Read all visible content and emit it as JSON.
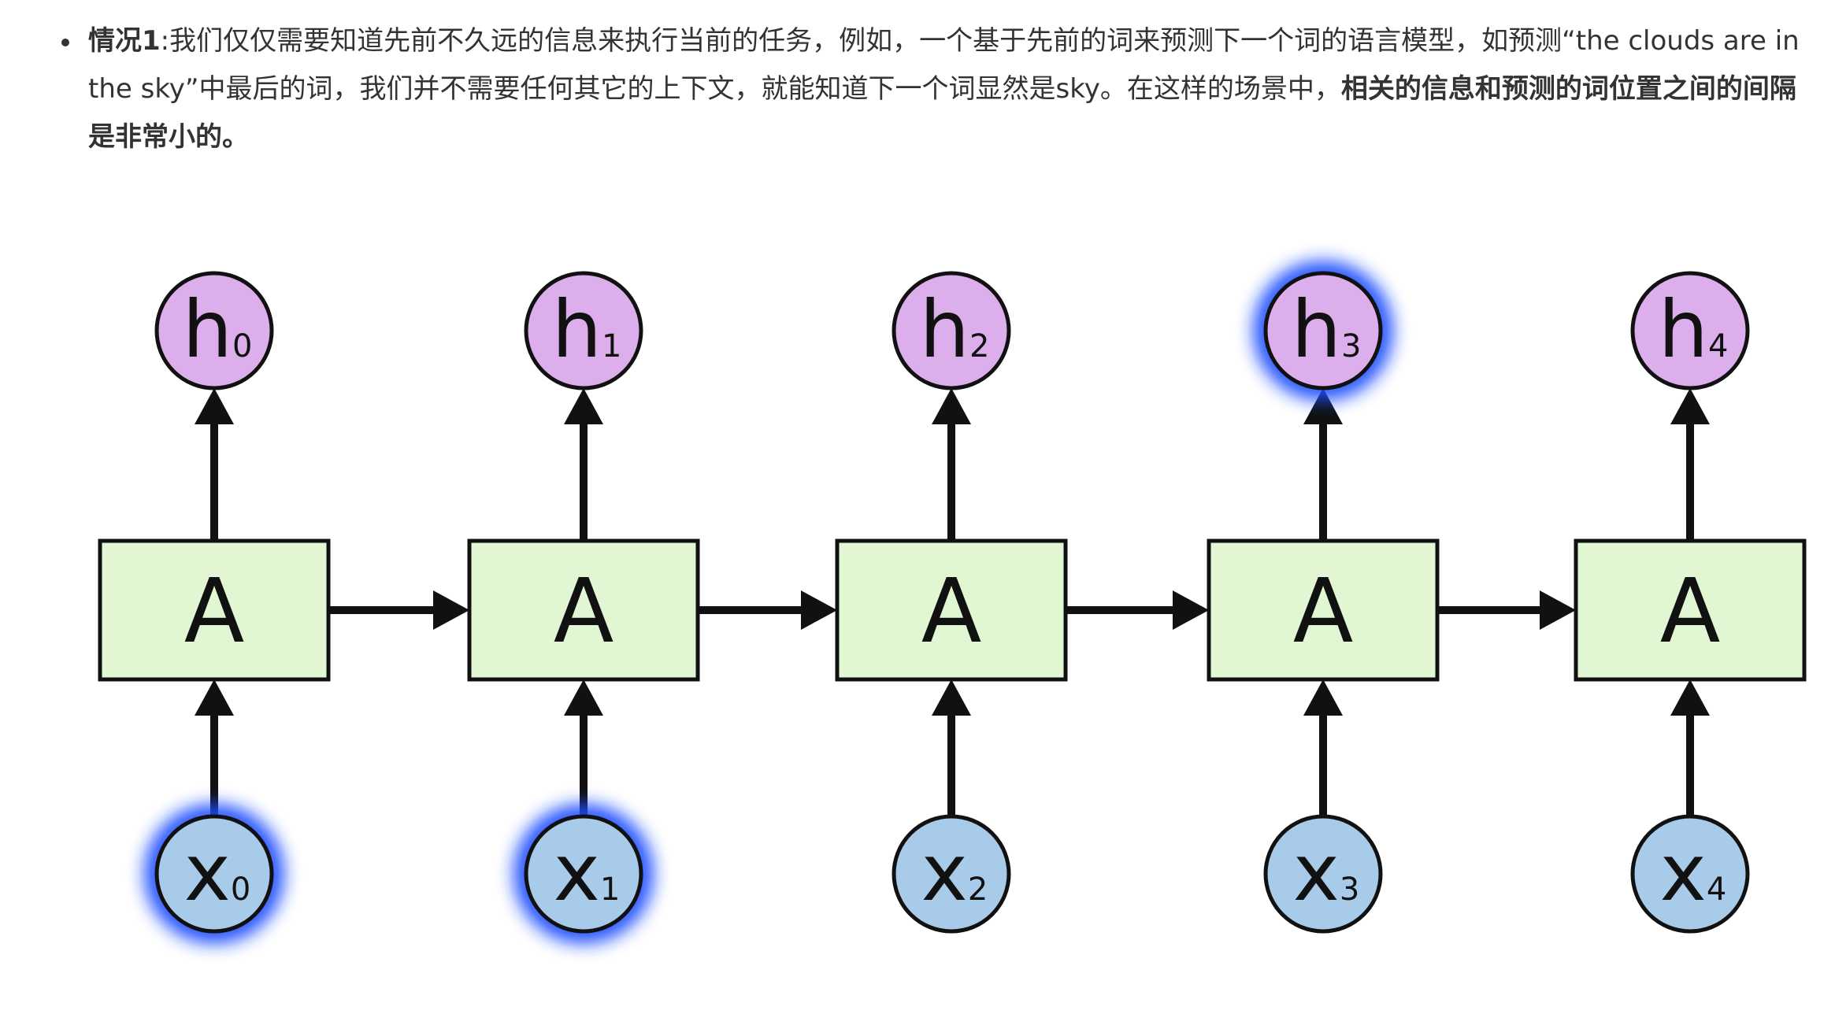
{
  "paragraph": {
    "label": "情况1",
    "text_part1": ":我们仅仅需要知道先前不久远的信息来执行当前的任务，例如，一个基于先前的词来预测下一个词的语言模型，如预测“the clouds are in the sky”中最后的词，我们并不需要任何其它的上下文，就能知道下一个词显然是sky。在这样的场景中，",
    "bold_text": "相关的信息和预测的词位置之间的间隔是非常小的。"
  },
  "diagram": {
    "cell_label": "A",
    "outputs": [
      {
        "base": "h",
        "sub": "0",
        "highlighted": false
      },
      {
        "base": "h",
        "sub": "1",
        "highlighted": false
      },
      {
        "base": "h",
        "sub": "2",
        "highlighted": false
      },
      {
        "base": "h",
        "sub": "3",
        "highlighted": true
      },
      {
        "base": "h",
        "sub": "4",
        "highlighted": false
      }
    ],
    "inputs": [
      {
        "base": "x",
        "sub": "0",
        "highlighted": true
      },
      {
        "base": "x",
        "sub": "1",
        "highlighted": true
      },
      {
        "base": "x",
        "sub": "2",
        "highlighted": false
      },
      {
        "base": "x",
        "sub": "3",
        "highlighted": false
      },
      {
        "base": "x",
        "sub": "4",
        "highlighted": false
      }
    ],
    "colors": {
      "cell_fill": "#e1f7d3",
      "output_fill": "#dcaeec",
      "input_fill": "#a8cbea",
      "stroke": "#111111",
      "glow": "#1f4dff"
    }
  }
}
